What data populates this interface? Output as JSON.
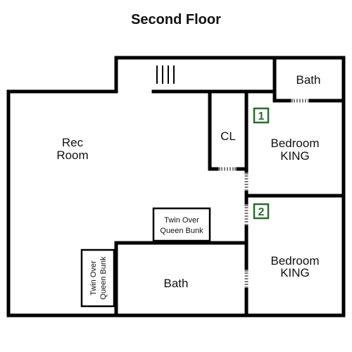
{
  "title": "Second Floor",
  "rooms": {
    "rec_room": [
      "Rec",
      "Room"
    ],
    "closet": "CL",
    "bath_top": "Bath",
    "bath_bottom": "Bath",
    "bedroom_1": [
      "Bedroom",
      "KING"
    ],
    "bedroom_2": [
      "Bedroom",
      "KING"
    ]
  },
  "bunks": {
    "center": [
      "Twin Over",
      "Queen Bunk"
    ],
    "left": [
      "Twin Over",
      "Queen Bunk"
    ]
  },
  "badges": {
    "bedroom_1": "1",
    "bedroom_2": "2"
  },
  "colors": {
    "wall": "#000000",
    "badge": "#2e6b2e",
    "door": "#7a7a7a"
  }
}
